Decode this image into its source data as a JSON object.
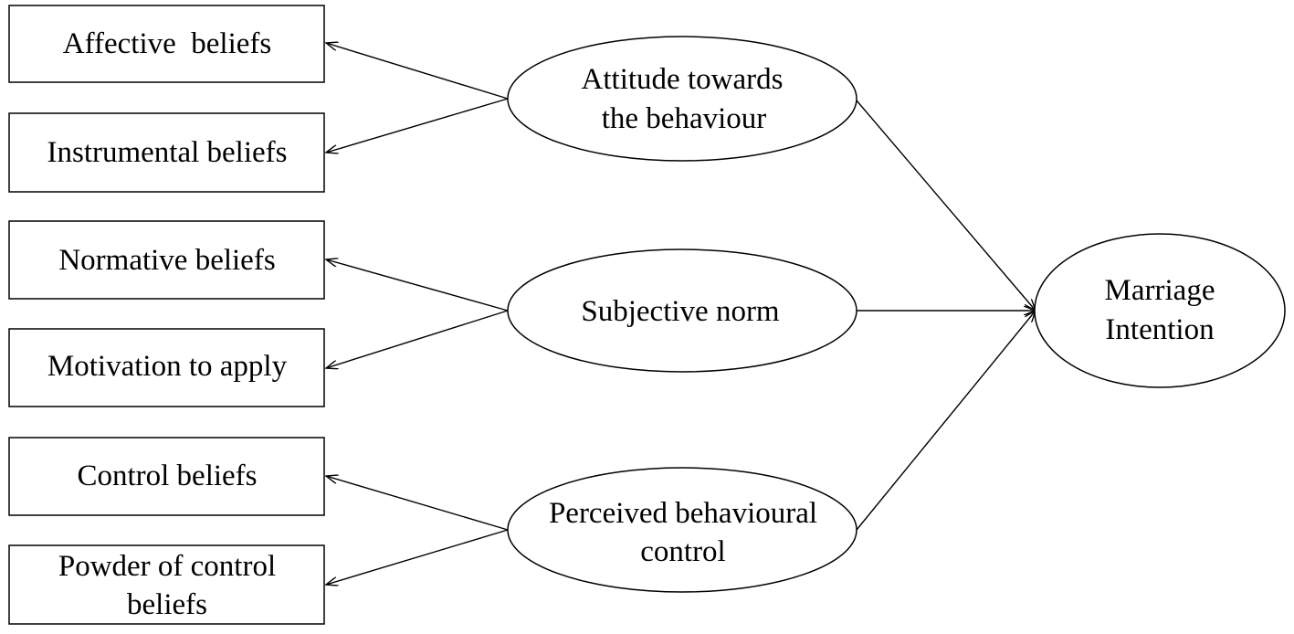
{
  "diagram": {
    "beliefs": {
      "affective": "Affective  beliefs",
      "instrumental": "Instrumental beliefs",
      "normative": "Normative beliefs",
      "motivation": "Motivation to apply",
      "control": "Control beliefs",
      "power_line1": "Powder of control",
      "power_line2": "beliefs"
    },
    "constructs": {
      "attitude_line1": "Attitude towards",
      "attitude_line2": "the behaviour",
      "subjective_norm": "Subjective norm",
      "pbc_line1": "Perceived behavioural",
      "pbc_line2": "control"
    },
    "outcome": {
      "line1": "Marriage",
      "line2": "Intention"
    }
  }
}
